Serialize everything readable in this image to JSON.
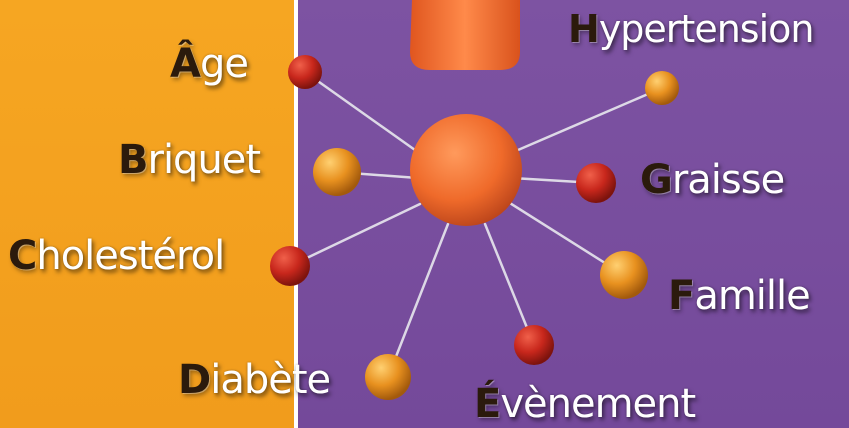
{
  "colors": {
    "left_panel": "#f6a622",
    "right_panel": "#7a51a0",
    "divider": "#ffffff",
    "center_ball": "#ef6a2a",
    "pin_red": "#c8271c",
    "pin_orange": "#e8911f"
  },
  "labels": {
    "age": {
      "initial": "Â",
      "rest": "ge"
    },
    "briquet": {
      "initial": "B",
      "rest": "riquet"
    },
    "cholesterol": {
      "initial": "C",
      "rest": "holestérol"
    },
    "diabete": {
      "initial": "D",
      "rest": "iabète"
    },
    "evenement": {
      "initial": "É",
      "rest": "vènement"
    },
    "famille": {
      "initial": "F",
      "rest": "amille"
    },
    "graisse": {
      "initial": "G",
      "rest": "raisse"
    },
    "hypertension": {
      "initial": "H",
      "rest": "ypertension"
    }
  }
}
